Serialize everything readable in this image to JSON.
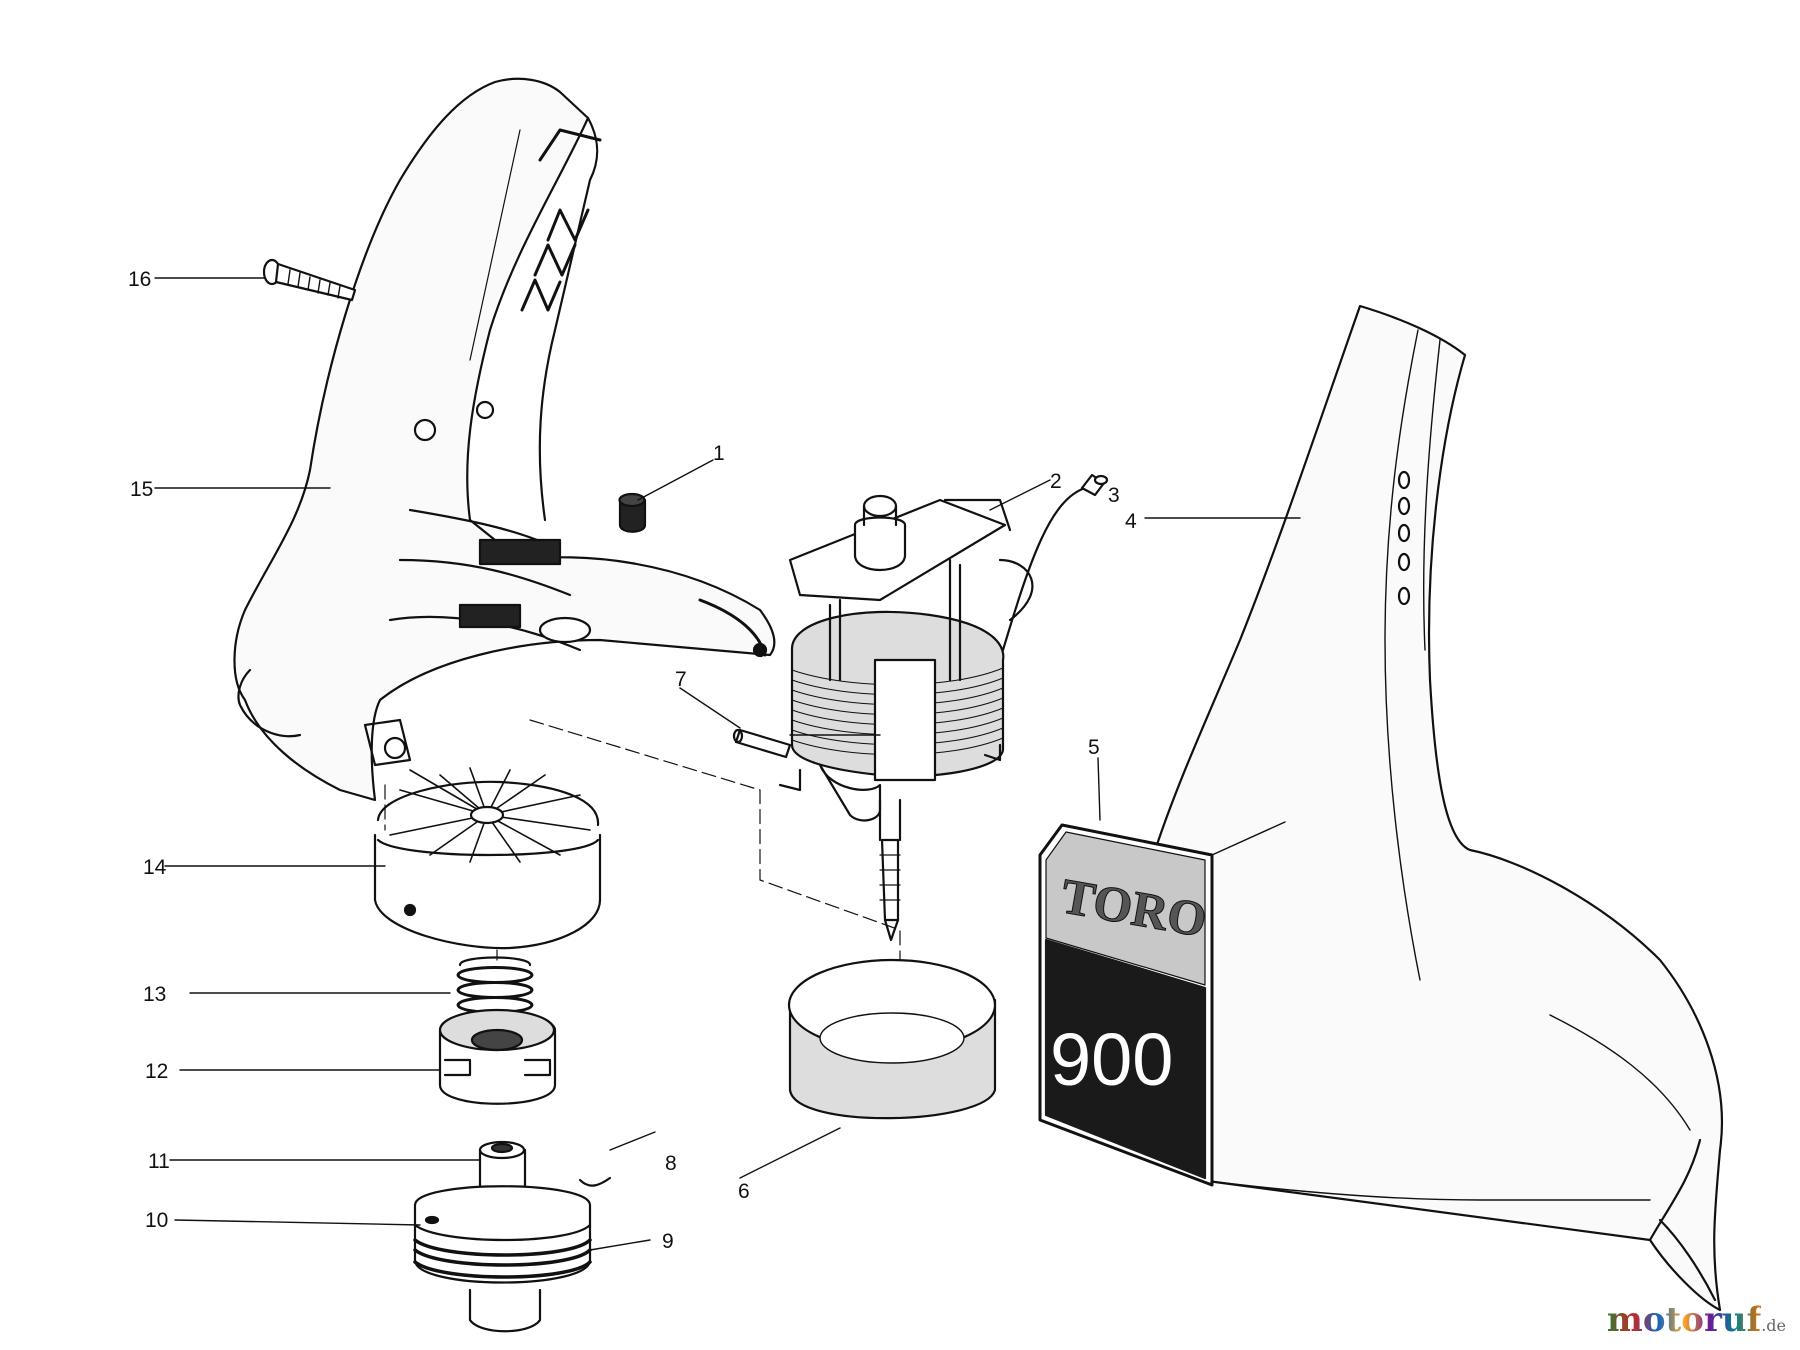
{
  "diagram": {
    "callouts": [
      {
        "id": "1",
        "label": "1"
      },
      {
        "id": "2",
        "label": "2"
      },
      {
        "id": "3",
        "label": "3"
      },
      {
        "id": "4",
        "label": "4"
      },
      {
        "id": "5",
        "label": "5"
      },
      {
        "id": "6",
        "label": "6"
      },
      {
        "id": "7",
        "label": "7"
      },
      {
        "id": "8",
        "label": "8"
      },
      {
        "id": "9",
        "label": "9"
      },
      {
        "id": "10",
        "label": "10"
      },
      {
        "id": "11",
        "label": "11"
      },
      {
        "id": "12",
        "label": "12"
      },
      {
        "id": "13",
        "label": "13"
      },
      {
        "id": "14",
        "label": "14"
      },
      {
        "id": "15",
        "label": "15"
      },
      {
        "id": "16",
        "label": "16"
      }
    ],
    "decal": {
      "brand": "TORO",
      "model": "900"
    }
  },
  "watermark": {
    "text": "motoruf",
    "tld": ".de",
    "colors": [
      "#2e7d32",
      "#c62828",
      "#1565c0",
      "#f9a825",
      "#6a1b9a",
      "#00838f",
      "#ef6c00"
    ]
  }
}
